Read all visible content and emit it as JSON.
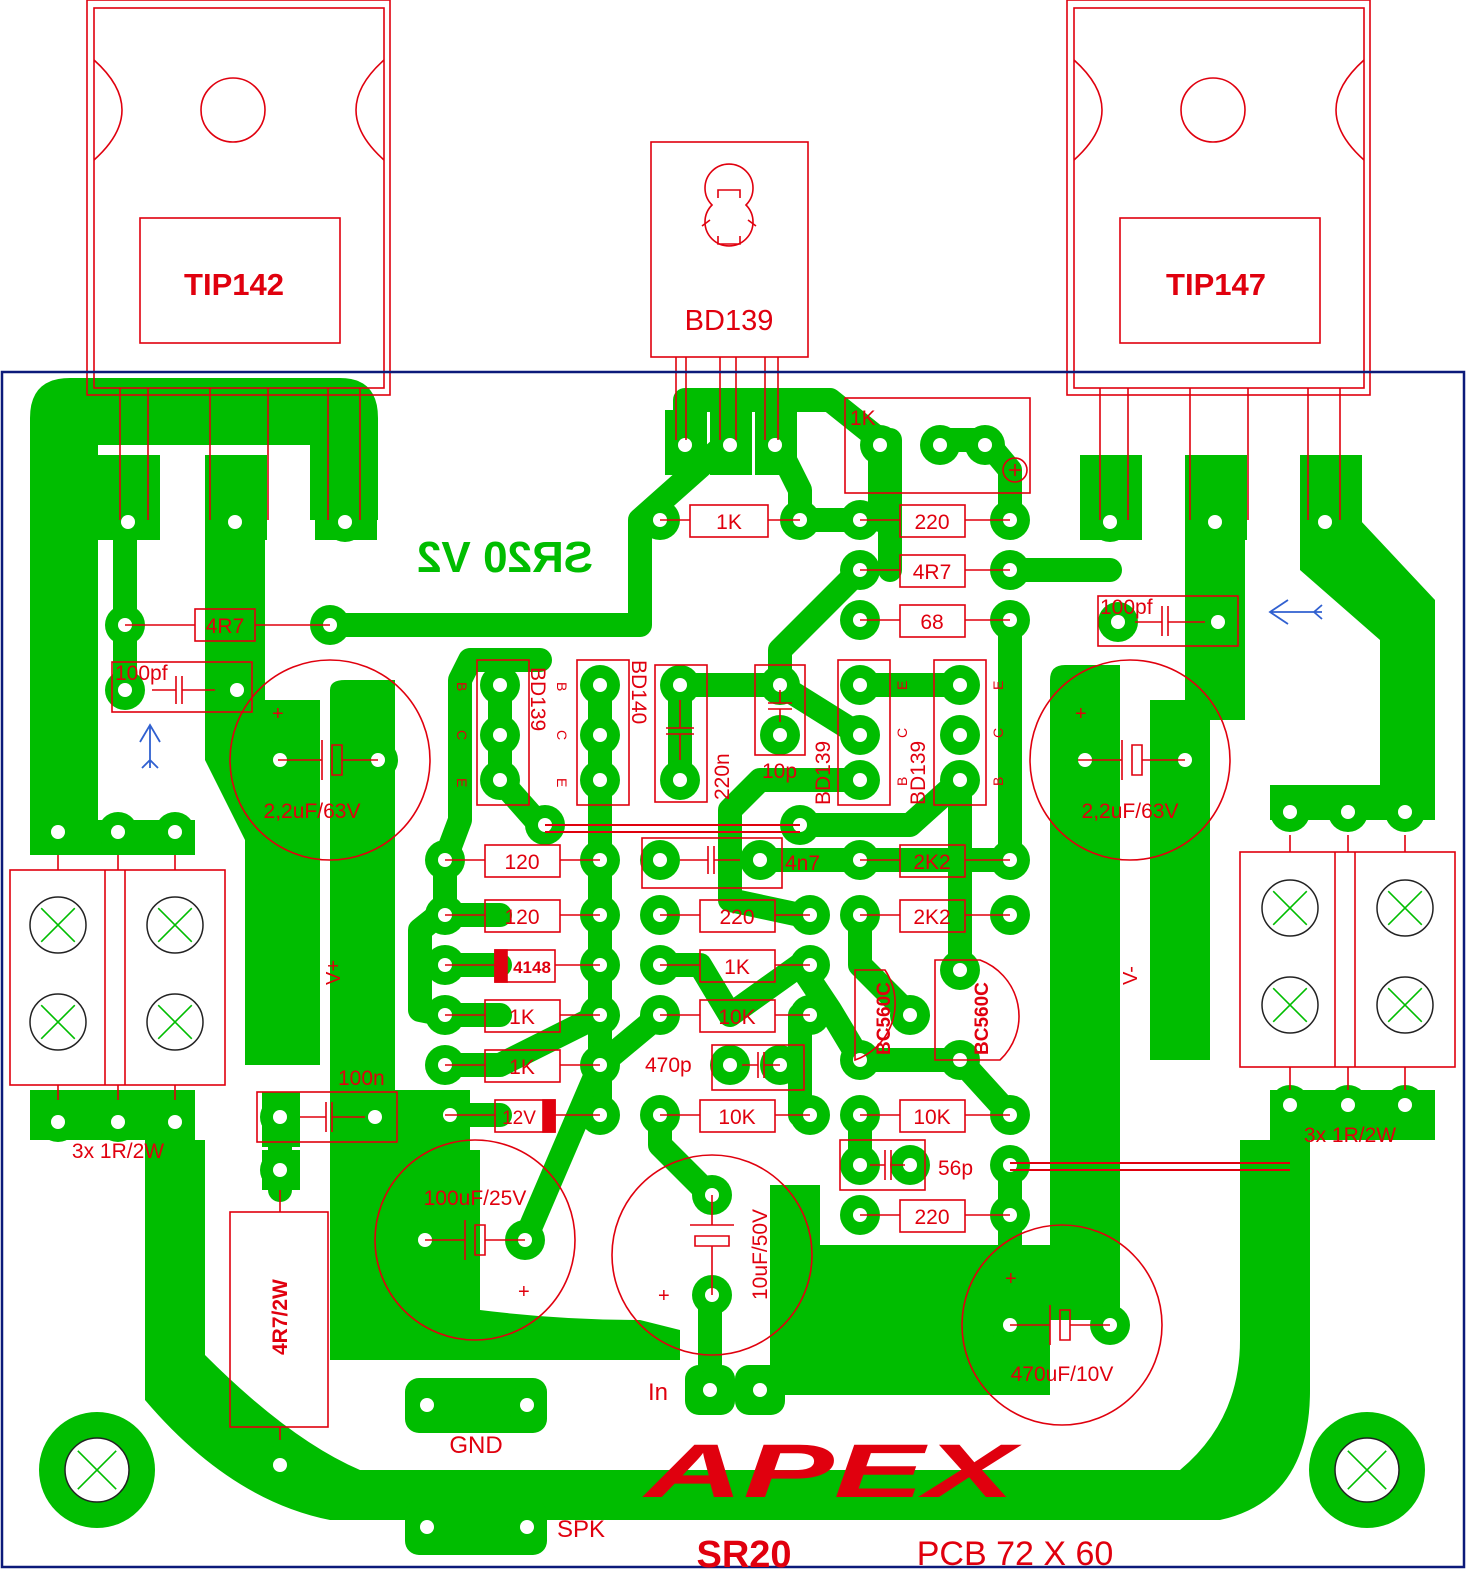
{
  "transistors": {
    "tip142": "TIP142",
    "tip147": "TIP147",
    "bd139_top": "BD139",
    "bd139_a": "BD139",
    "bd140": "BD140",
    "bd139_b": "BD139",
    "bd139_c": "BD139",
    "bc560c_a": "BC560C",
    "bc560c_b": "BC560C"
  },
  "pin_letters": {
    "b": "B",
    "c": "C",
    "e": "E"
  },
  "resistors": {
    "r_1k_bias": "1K",
    "r_1k_top": "1K",
    "r_220_top": "220",
    "r_4r7_right": "4R7",
    "r_68": "68",
    "r_4r7_left": "4R7",
    "r_120_a": "120",
    "r_120_b": "120",
    "r_1k_a": "1K",
    "r_1k_b": "1K",
    "r_220_mid": "220",
    "r_1k_mid": "1K",
    "r_10k_a": "10K",
    "r_10k_b": "10K",
    "r_2k2_a": "2K2",
    "r_2k2_b": "2K2",
    "r_10k_c": "10K",
    "r_220_bottom": "220",
    "r_emitter_left": "3x 1R/2W",
    "r_emitter_right": "3x 1R/2W",
    "r_zobel": "4R7/2W"
  },
  "capacitors": {
    "c_100pf_right": "100pf",
    "c_100pf_left": "100pf",
    "c_220n": "220n",
    "c_10p": "10p",
    "c_4n7": "4n7",
    "c_470p": "470p",
    "c_100n": "100n",
    "c_56p": "56p",
    "c_2u2_left": "2,2uF/63V",
    "c_2u2_right": "2,2uF/63V",
    "c_100u": "100uF/25V",
    "c_10u": "10uF/50V",
    "c_470u": "470uF/10V"
  },
  "diodes": {
    "d_4148": "4148",
    "d_zener": "12V"
  },
  "connectors": {
    "in": "In",
    "gnd": "GND",
    "spk": "SPK",
    "v_plus": "V+",
    "v_minus": "V-"
  },
  "polarity": {
    "plus": "+"
  },
  "board": {
    "mirror_title": "SR20 V2",
    "brand": "APEX",
    "model": "SR20",
    "pcb_size": "PCB 72 X 60"
  },
  "colors": {
    "copper": "#00bd00",
    "silkscreen": "#e0000e",
    "outline": "#0c1a7a",
    "arrow": "#3060d0"
  }
}
